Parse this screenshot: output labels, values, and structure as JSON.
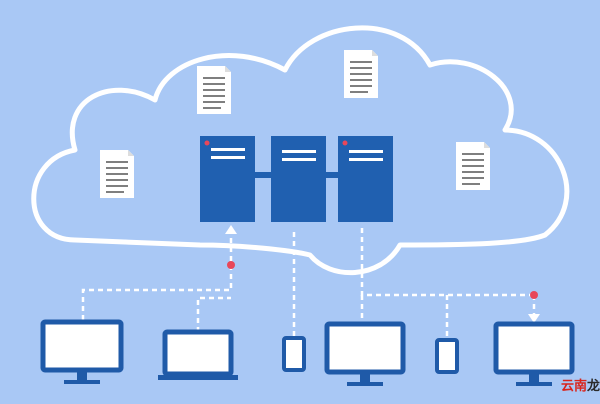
{
  "colors": {
    "background": "#a9c8f5",
    "cloud_outline": "#ffffff",
    "server_fill": "#2060b0",
    "server_line": "#ffffff",
    "server_led": "#e8475a",
    "connector": "#ffffff",
    "dot": "#e8475a",
    "device_frame": "#1f5aa8",
    "device_screen": "#ffffff",
    "document_line": "#555555"
  },
  "diagram": {
    "servers": [
      {
        "name": "server-1"
      },
      {
        "name": "server-2"
      },
      {
        "name": "server-3"
      }
    ],
    "documents": [
      {
        "name": "document-1"
      },
      {
        "name": "document-2"
      },
      {
        "name": "document-3"
      },
      {
        "name": "document-4"
      }
    ],
    "devices": [
      {
        "kind": "monitor"
      },
      {
        "kind": "laptop"
      },
      {
        "kind": "phone"
      },
      {
        "kind": "monitor"
      },
      {
        "kind": "phone"
      },
      {
        "kind": "monitor"
      }
    ]
  },
  "watermark": {
    "part1": "云南",
    "part2": "龙"
  }
}
